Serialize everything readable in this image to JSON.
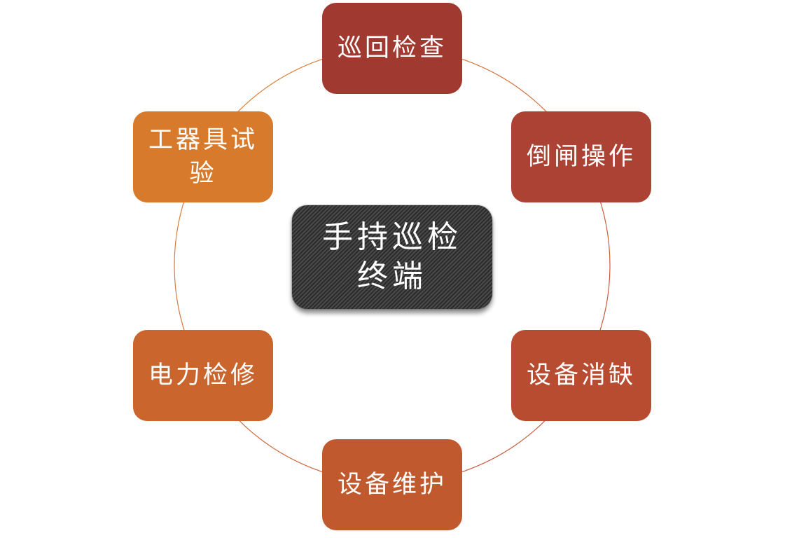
{
  "diagram": {
    "type": "cycle",
    "center": {
      "label": "手持巡检终端"
    },
    "nodes": [
      {
        "id": "patrol",
        "label": "巡回检查",
        "color": "#a03a31"
      },
      {
        "id": "switching",
        "label": "倒闸操作",
        "color": "#ab4233"
      },
      {
        "id": "defect",
        "label": "设备消缺",
        "color": "#b74c31"
      },
      {
        "id": "maintenance",
        "label": "设备维护",
        "color": "#c05a2e"
      },
      {
        "id": "repair",
        "label": "电力检修",
        "color": "#c9652d"
      },
      {
        "id": "tool-test",
        "label": "工器具试验",
        "color": "#d87a2c"
      }
    ],
    "ring_color_warm": "#e58a3a",
    "ring_color_red": "#c04a35"
  }
}
